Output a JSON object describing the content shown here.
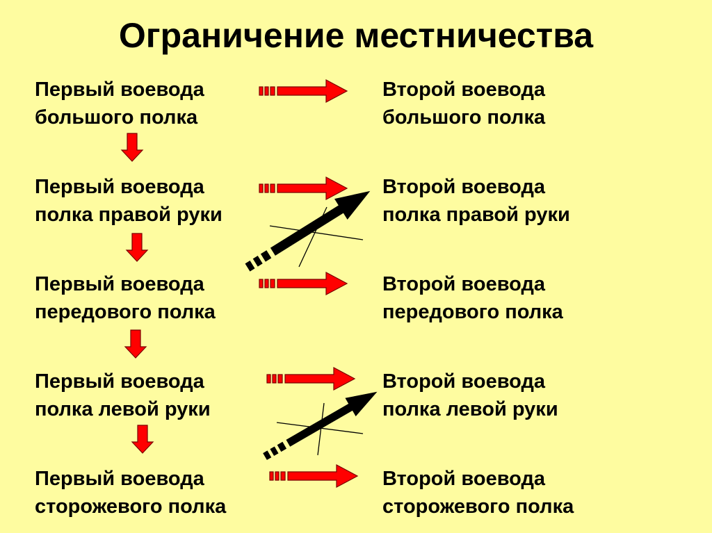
{
  "title": "Ограничение местничества",
  "rows": [
    {
      "first": [
        "Первый воевода",
        "большого полка"
      ],
      "second": [
        "Второй воевода",
        "большого полка"
      ]
    },
    {
      "first": [
        "Первый воевода",
        "полка правой руки"
      ],
      "second": [
        "Второй воевода",
        "полка правой руки"
      ]
    },
    {
      "first": [
        "Первый воевода",
        "передового полка"
      ],
      "second": [
        "Второй воевода",
        "передового полка"
      ]
    },
    {
      "first": [
        "Первый воевода",
        "полка левой руки"
      ],
      "second": [
        "Второй воевода",
        "полка левой руки"
      ]
    },
    {
      "first": [
        "Первый воевода",
        "сторожевого полка"
      ],
      "second": [
        "Второй воевода",
        "сторожевого полка"
      ]
    }
  ],
  "colors": {
    "background": "#fefca0",
    "arrow_red": "#ff0000",
    "arrow_black": "#000000"
  }
}
